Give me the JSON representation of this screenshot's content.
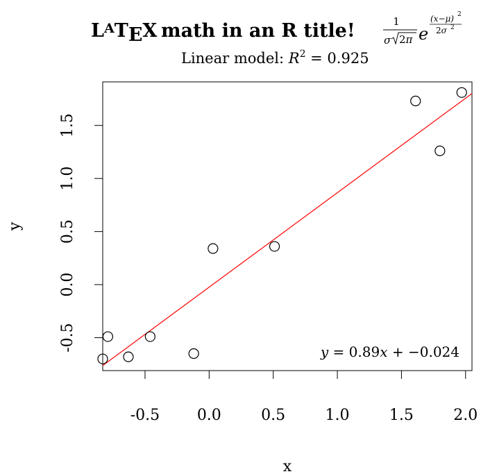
{
  "chart_data": {
    "type": "scatter",
    "title": {
      "latex_logo": "LaTeX",
      "text": "math in an R title!",
      "formula": "\\frac{1}{\\sigma\\sqrt{2\\pi}} e^{\\frac{(x-\\mu)^2}{2\\sigma^2}}"
    },
    "subtitle": "Linear model: R^2 = 0.925",
    "xlabel": "x",
    "ylabel": "y",
    "xlim": [
      -0.83,
      2.05
    ],
    "ylim": [
      -0.81,
      1.91
    ],
    "xticks": [
      -0.5,
      0.0,
      0.5,
      1.0,
      1.5,
      2.0
    ],
    "xtick_labels": [
      "-0.5",
      "0.0",
      "0.5",
      "1.0",
      "1.5",
      "2.0"
    ],
    "yticks": [
      -0.5,
      0.0,
      0.5,
      1.0,
      1.5
    ],
    "ytick_labels": [
      "-0.5",
      "0.0",
      "0.5",
      "1.0",
      "1.5"
    ],
    "points": {
      "x": [
        -0.83,
        -0.79,
        -0.63,
        -0.46,
        -0.12,
        0.03,
        0.51,
        1.61,
        1.8,
        1.97
      ],
      "y": [
        -0.7,
        -0.49,
        -0.68,
        -0.49,
        -0.65,
        0.34,
        0.36,
        1.73,
        1.26,
        1.81
      ]
    },
    "fit_line": {
      "slope": 0.89,
      "intercept": -0.024,
      "color": "#ff0000"
    },
    "annotation": "y = 0.89x + −0.024",
    "grid": false,
    "legend": "none"
  }
}
